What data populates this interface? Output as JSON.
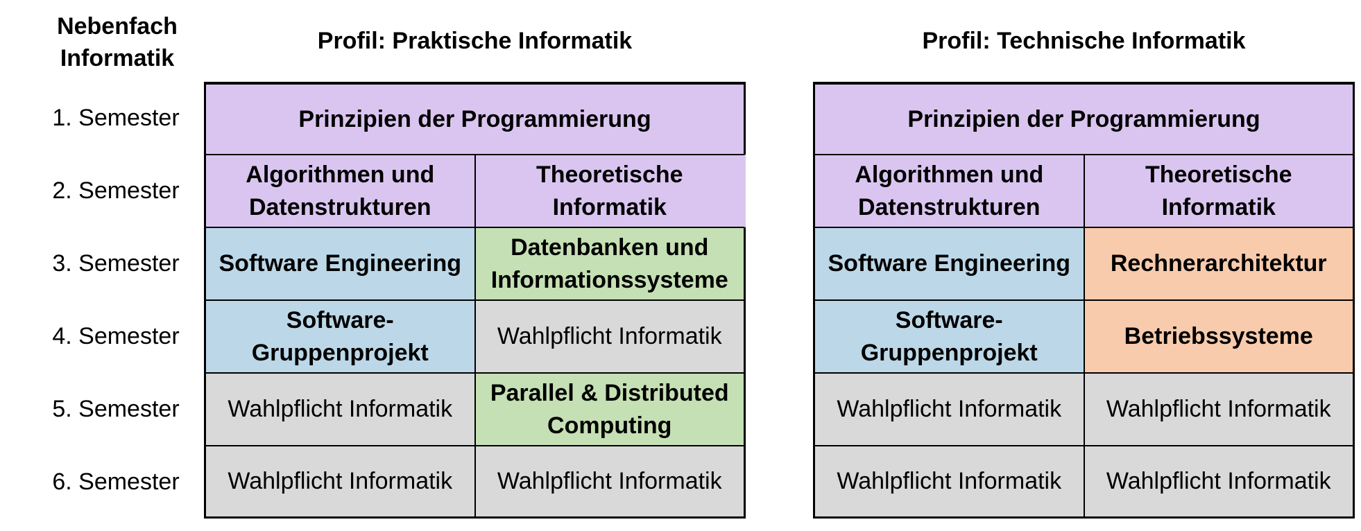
{
  "header": {
    "minor_title": "Nebenfach\nInformatik"
  },
  "semesters": [
    "1. Semester",
    "2. Semester",
    "3. Semester",
    "4. Semester",
    "5. Semester",
    "6. Semester"
  ],
  "colors": {
    "purple": "#DAC5F0",
    "blue": "#BCD8E8",
    "green": "#C5E0B4",
    "orange": "#F8CBAD",
    "gray": "#D9D9D9",
    "border": "#000000"
  },
  "tables": [
    {
      "id": "praktische",
      "title": "Profil: Praktische Informatik",
      "cells": [
        {
          "text": "Prinzipien der Programmierung",
          "color": "purple",
          "span": 2,
          "bold": true
        },
        {
          "text": "Algorithmen und\nDatenstrukturen",
          "color": "purple",
          "bold": true
        },
        {
          "text": "Theoretische\nInformatik",
          "color": "purple",
          "bold": true,
          "missing_right_border": true
        },
        {
          "text": "Software Engineering",
          "color": "blue",
          "bold": true
        },
        {
          "text": "Datenbanken und\nInformationssysteme",
          "color": "green",
          "bold": true
        },
        {
          "text": "Software-\nGruppenprojekt",
          "color": "blue",
          "bold": true
        },
        {
          "text": "Wahlpflicht Informatik",
          "color": "gray",
          "bold": false
        },
        {
          "text": "Wahlpflicht Informatik",
          "color": "gray",
          "bold": false
        },
        {
          "text": "Parallel & Distributed\nComputing",
          "color": "green",
          "bold": true
        },
        {
          "text": "Wahlpflicht Informatik",
          "color": "gray",
          "bold": false
        },
        {
          "text": "Wahlpflicht Informatik",
          "color": "gray",
          "bold": false
        }
      ]
    },
    {
      "id": "technische",
      "title": "Profil: Technische Informatik",
      "cells": [
        {
          "text": "Prinzipien der Programmierung",
          "color": "purple",
          "span": 2,
          "bold": true
        },
        {
          "text": "Algorithmen und\nDatenstrukturen",
          "color": "purple",
          "bold": true
        },
        {
          "text": "Theoretische\nInformatik",
          "color": "purple",
          "bold": true
        },
        {
          "text": "Software Engineering",
          "color": "blue",
          "bold": true
        },
        {
          "text": "Rechnerarchitektur",
          "color": "orange",
          "bold": true
        },
        {
          "text": "Software-\nGruppenprojekt",
          "color": "blue",
          "bold": true
        },
        {
          "text": "Betriebssysteme",
          "color": "orange",
          "bold": true
        },
        {
          "text": "Wahlpflicht Informatik",
          "color": "gray",
          "bold": false
        },
        {
          "text": "Wahlpflicht Informatik",
          "color": "gray",
          "bold": false
        },
        {
          "text": "Wahlpflicht Informatik",
          "color": "gray",
          "bold": false
        },
        {
          "text": "Wahlpflicht Informatik",
          "color": "gray",
          "bold": false
        }
      ]
    }
  ]
}
